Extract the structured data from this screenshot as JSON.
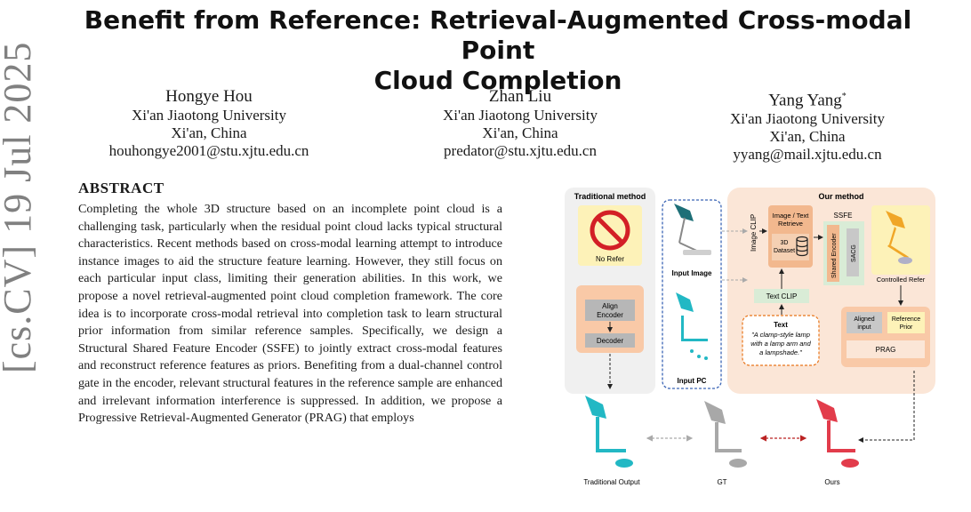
{
  "side_label": "[cs.CV]  19 Jul 2025",
  "title_line1": "Benefit from Reference: Retrieval-Augmented Cross-modal Point",
  "title_line2": "Cloud Completion",
  "authors": [
    {
      "name": "Hongye Hou",
      "star": "",
      "affiliation": "Xi'an Jiaotong University",
      "location": "Xi'an, China",
      "email": "houhongye2001@stu.xjtu.edu.cn"
    },
    {
      "name": "Zhan Liu",
      "star": "",
      "affiliation": "Xi'an Jiaotong University",
      "location": "Xi'an, China",
      "email": "predator@stu.xjtu.edu.cn"
    },
    {
      "name": "Yang Yang",
      "star": "*",
      "affiliation": "Xi'an Jiaotong University",
      "location": "Xi'an, China",
      "email": "yyang@mail.xjtu.edu.cn"
    }
  ],
  "abstract_heading": "ABSTRACT",
  "abstract_text": "Completing the whole 3D structure based on an incomplete point cloud is a challenging task, particularly when the residual point cloud lacks typical structural characteristics. Recent methods based on cross-modal learning attempt to introduce instance images to aid the structure feature learning. However, they still focus on each particular input class, limiting their generation abilities. In this work, we propose a novel retrieval-augmented point cloud completion framework. The core idea is to incorporate cross-modal retrieval into completion task to learn structural prior information from similar reference samples. Specifically, we design a Structural Shared Feature Encoder (SSFE) to jointly extract cross-modal features and reconstruct reference features as priors. Benefiting from a dual-channel control gate in the encoder, relevant structural features in the reference sample are enhanced and irrelevant information interference is suppressed. In addition, we propose a Progressive Retrieval-Augmented Generator (PRAG) that employs",
  "figure": {
    "traditional_title": "Traditional method",
    "no_refer": "No Refer",
    "align_encoder_1": "Align",
    "align_encoder_2": "Encoder",
    "decoder": "Decoder",
    "input_image": "Input Image",
    "input_pc": "Input PC",
    "our_title": "Our method",
    "image_clip": "Image CLIP",
    "retrieve_1": "Image / Text",
    "retrieve_2": "Retrieve",
    "dataset_1": "3D",
    "dataset_2": "Dataset",
    "ssfe": "SSFE",
    "shared_encoder": "Shared Encoder",
    "sacg": "SACG",
    "controlled_refer": "Controlled Refer",
    "text_clip": "Text CLIP",
    "text_label": "Text",
    "text_q1": "\"A clamp-style lamp",
    "text_q2": "with a lamp arm and",
    "text_q3": "a lampshade.\"",
    "aligned_1": "Aligned",
    "aligned_2": "input",
    "reference_1": "Reference",
    "reference_2": "Prior",
    "prag": "PRAG",
    "out_traditional": "Traditional Output",
    "out_gt": "GT",
    "out_ours": "Ours",
    "colors": {
      "teal": "#22b8c4",
      "red": "#e23c4b",
      "gray": "#a8a8a8",
      "peach": "#fbe6d7",
      "orange": "#f2b88e",
      "blue_dash": "#3a64b5",
      "yellow": "#fdf2b8"
    }
  }
}
